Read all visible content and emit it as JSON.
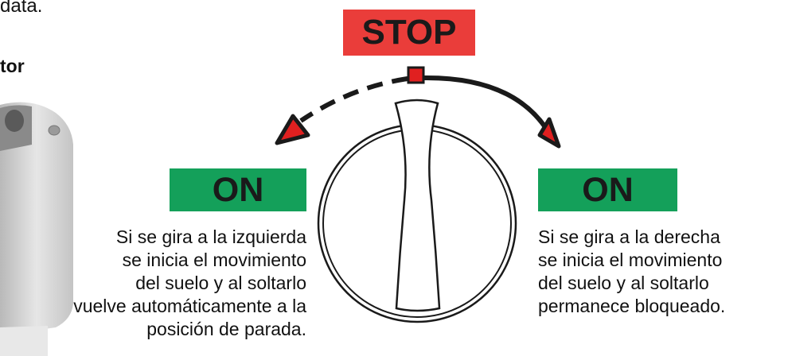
{
  "header": {
    "top_text": "data.",
    "heading": "tor"
  },
  "switch": {
    "stop_label": "STOP",
    "on_left_label": "ON",
    "on_right_label": "ON"
  },
  "captions": {
    "left": [
      "Si se gira a la izquierda",
      "se inicia el movimiento",
      "del suelo y al soltarlo",
      "vuelve automáticamente a la",
      "posición de parada."
    ],
    "right": [
      "Si se gira a la derecha",
      "se inicia el movimiento",
      "del suelo y al soltarlo",
      "permanece bloqueado."
    ]
  },
  "colors": {
    "stop": "#ea3d3a",
    "on": "#14a05a",
    "arrow_head": "#e02020",
    "device_body": "#d9d9d9"
  },
  "icons": {
    "device": "switch-box-photo",
    "left_arrow": "dashed-arc-arrow-left",
    "right_arrow": "solid-arc-arrow-right",
    "knob": "rotary-knob"
  }
}
